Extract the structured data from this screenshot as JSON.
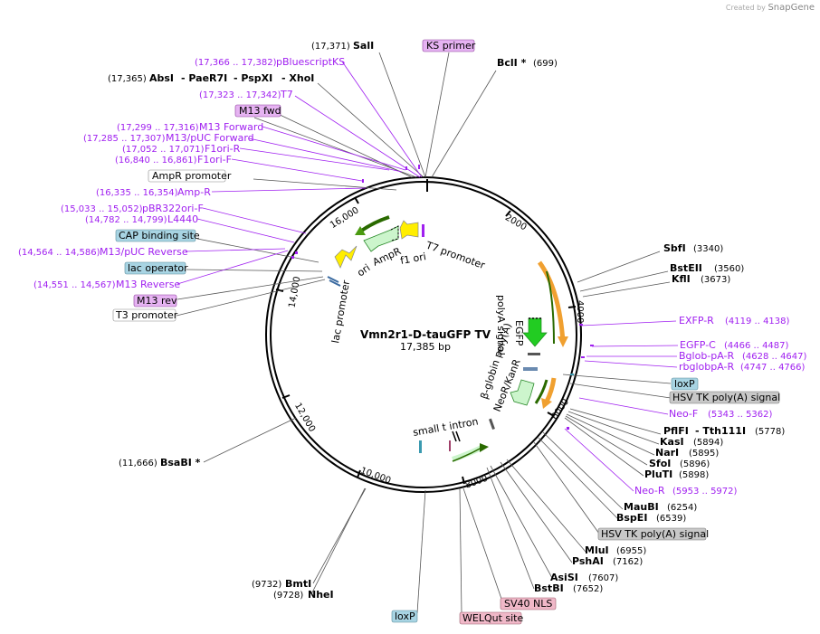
{
  "watermark": {
    "created_by": "Created by",
    "brand": "SnapGene"
  },
  "map": {
    "name": "Vmn2r1-D-tauGFP TV",
    "length_label": "17,385 bp",
    "ticks": [
      "2000",
      "4000",
      "6000",
      "8000",
      "10,000",
      "12,000",
      "14,000",
      "16,000"
    ]
  },
  "sites": [
    {
      "name": "SalI",
      "pos": "(17,371)"
    },
    {
      "name": "BclI *",
      "pos": "(699)"
    },
    {
      "name": "AbsI",
      "pos": "(17,365)"
    },
    {
      "name": "- PaeR7I",
      "pos": ""
    },
    {
      "name": "- PspXI",
      "pos": ""
    },
    {
      "name": "- XhoI",
      "pos": ""
    },
    {
      "name": "SbfI",
      "pos": "(3340)"
    },
    {
      "name": "BstEII",
      "pos": "(3560)"
    },
    {
      "name": "KflI",
      "pos": "(3673)"
    },
    {
      "name": "PflFI",
      "pos": ""
    },
    {
      "name": "- Tth111I",
      "pos": "(5778)"
    },
    {
      "name": "KasI",
      "pos": "(5894)"
    },
    {
      "name": "NarI",
      "pos": "(5895)"
    },
    {
      "name": "SfoI",
      "pos": "(5896)"
    },
    {
      "name": "PluTI",
      "pos": "(5898)"
    },
    {
      "name": "MauBI",
      "pos": "(6254)"
    },
    {
      "name": "BspEI",
      "pos": "(6539)"
    },
    {
      "name": "MluI",
      "pos": "(6955)"
    },
    {
      "name": "PshAI",
      "pos": "(7162)"
    },
    {
      "name": "AsiSI",
      "pos": "(7607)"
    },
    {
      "name": "BstBI",
      "pos": "(7652)"
    },
    {
      "name": "BmtI",
      "pos": "(9732)"
    },
    {
      "name": "NheI",
      "pos": "(9728)"
    },
    {
      "name": "BsaBI *",
      "pos": "(11,666)"
    }
  ],
  "primers": [
    {
      "name": "pBluescriptKS",
      "pos": "(17,366 .. 17,382)"
    },
    {
      "name": "T7",
      "pos": "(17,323 .. 17,342)"
    },
    {
      "name": "M13 Forward",
      "pos": "(17,299 .. 17,316)"
    },
    {
      "name": "M13/pUC Forward",
      "pos": "(17,285 .. 17,307)"
    },
    {
      "name": "F1ori-R",
      "pos": "(17,052 .. 17,071)"
    },
    {
      "name": "F1ori-F",
      "pos": "(16,840 .. 16,861)"
    },
    {
      "name": "Amp-R",
      "pos": "(16,335 .. 16,354)"
    },
    {
      "name": "pBR322ori-F",
      "pos": "(15,033 .. 15,052)"
    },
    {
      "name": "L4440",
      "pos": "(14,782 .. 14,799)"
    },
    {
      "name": "M13/pUC Reverse",
      "pos": "(14,564 .. 14,586)"
    },
    {
      "name": "M13 Reverse",
      "pos": "(14,551 .. 14,567)"
    },
    {
      "name": "EXFP-R",
      "pos": "(4119 .. 4138)"
    },
    {
      "name": "EGFP-C",
      "pos": "(4466 .. 4487)"
    },
    {
      "name": "Bglob-pA-R",
      "pos": "(4628 .. 4647)"
    },
    {
      "name": "rbglobpA-R",
      "pos": "(4747 .. 4766)"
    },
    {
      "name": "Neo-F",
      "pos": "(5343 .. 5362)"
    },
    {
      "name": "Neo-R",
      "pos": "(5953 .. 5972)"
    }
  ],
  "boxes": {
    "ks_primer": "KS primer",
    "m13_fwd": "M13 fwd",
    "ampr_promoter": "AmpR promoter",
    "cap_site": "CAP binding site",
    "lac_operator": "lac operator",
    "m13_rev": "M13 rev",
    "t3_promoter": "T3 promoter",
    "loxp_right": "loxP",
    "hsv_tk_1": "HSV TK poly(A) signal",
    "hsv_tk_2": "HSV TK poly(A) signal",
    "sv40_nls": "SV40 NLS",
    "welqut": "WELQut site",
    "loxp_bottom": "loxP"
  },
  "features": {
    "t7_promoter": "T7 promoter",
    "f1_ori": "f1 ori",
    "ampr": "AmpR",
    "ori": "ori",
    "lac_promoter": "lac promoter",
    "polya_signal": "polyA signal",
    "egfp": "EGFP",
    "beta_globin": "β-globin poly(A)",
    "neor": "NeoR/KanR",
    "small_t": "small t intron"
  },
  "colors": {
    "primer": "#a020f0",
    "primer_box": "#e6b3f2",
    "feature_box_blue": "#a8d4e3",
    "feature_box_gray": "#c8c8c8",
    "feature_box_pink": "#f0b8c8",
    "arrow_yellow": "#ffee00",
    "arrow_green_light": "#ccf5cc",
    "arrow_green": "#22cc22",
    "arrow_orange": "#f0a030"
  }
}
